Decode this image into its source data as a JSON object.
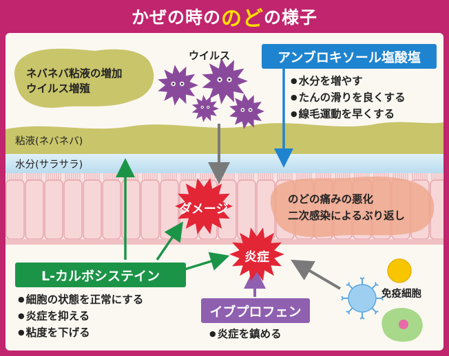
{
  "title": {
    "prefix": "かぜの時の",
    "highlight": "のど",
    "suffix": "の様子"
  },
  "virus_label": "ウイルス",
  "mucus_note": [
    "ネバネバ粘液の増加",
    "ウイルス増殖"
  ],
  "layers": {
    "mucus": "粘液(ネバネバ)",
    "water": "水分(サラサラ)"
  },
  "ambroxol": {
    "label": "アンブロキソール塩酸塩",
    "effects": [
      "水分を増やす",
      "たんの滑りを良くする",
      "線毛運動を早くする"
    ]
  },
  "damage_label": "ダメージ",
  "inflammation_label": "炎症",
  "worsening_note": [
    "のどの痛みの悪化",
    "二次感染によるぶり返し"
  ],
  "carbocisteine": {
    "label": "L-カルボシステイン",
    "effects": [
      "細胞の状態を正常にする",
      "炎症を抑える",
      "粘度を下げる"
    ]
  },
  "ibuprofen": {
    "label": "イブプロフェン",
    "effects": [
      "炎症を鎮める"
    ]
  },
  "immune_label": "免疫細胞",
  "colors": {
    "frame": "#c0256e",
    "highlight": "#ffe000",
    "mucus": "#c9c56a",
    "water": "#cfe6f2",
    "cells": "#f7d6d8",
    "virus": "#8a4a9c",
    "blue": "#1f84cf",
    "green": "#1b9447",
    "purple": "#8f5fb0",
    "red": "#e32636"
  }
}
